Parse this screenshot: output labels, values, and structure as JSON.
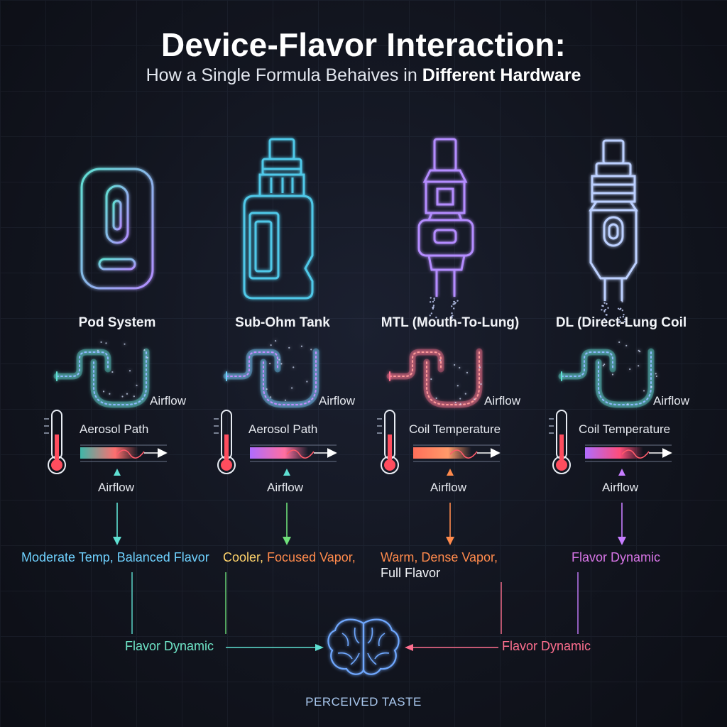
{
  "header": {
    "title": "Device-Flavor Interaction:",
    "subtitle_prefix": "How a Single Formula Behaives in ",
    "subtitle_emphasis": "Different Hardware"
  },
  "colors": {
    "teal": "#5fe0d2",
    "cyan": "#6fd2ff",
    "pink": "#ff6f8f",
    "purple": "#c77dff",
    "green": "#6fe07a",
    "orange": "#ff8a4c",
    "yellow": "#ffd36b",
    "red": "#ff4d5e"
  },
  "devices": [
    {
      "name": "Pod System",
      "airflow_top": "Airflow",
      "gauge_label": "Aerosol Path",
      "airflow_bottom": "Airflow",
      "outcome": "Moderate Temp, Balanced Flavor"
    },
    {
      "name": "Sub-Ohm Tank",
      "airflow_top": "Airflow",
      "gauge_label": "Aerosol Path",
      "airflow_bottom": "Airflow",
      "outcome_part1": "Cooler, ",
      "outcome_part2": "Focused Vapor,"
    },
    {
      "name": "MTL (Mouth-To-Lung)",
      "airflow_top": "Airflow",
      "gauge_label": "Coil Temperature",
      "airflow_bottom": "Airflow",
      "outcome_line1": "Warm, Dense Vapor,",
      "outcome_line2": "Full Flavor"
    },
    {
      "name": "DL (Direct-Lung Coil",
      "airflow_top": "Airflow",
      "gauge_label": "Coil Temperature",
      "airflow_bottom": "Airflow",
      "outcome": "Flavor Dynamic"
    }
  ],
  "convergence": {
    "left_label": "Flavor Dynamic",
    "right_label": "Flavor Dynamic",
    "result_label": "PERCEIVED TASTE",
    "brain_icon": "brain-icon"
  }
}
